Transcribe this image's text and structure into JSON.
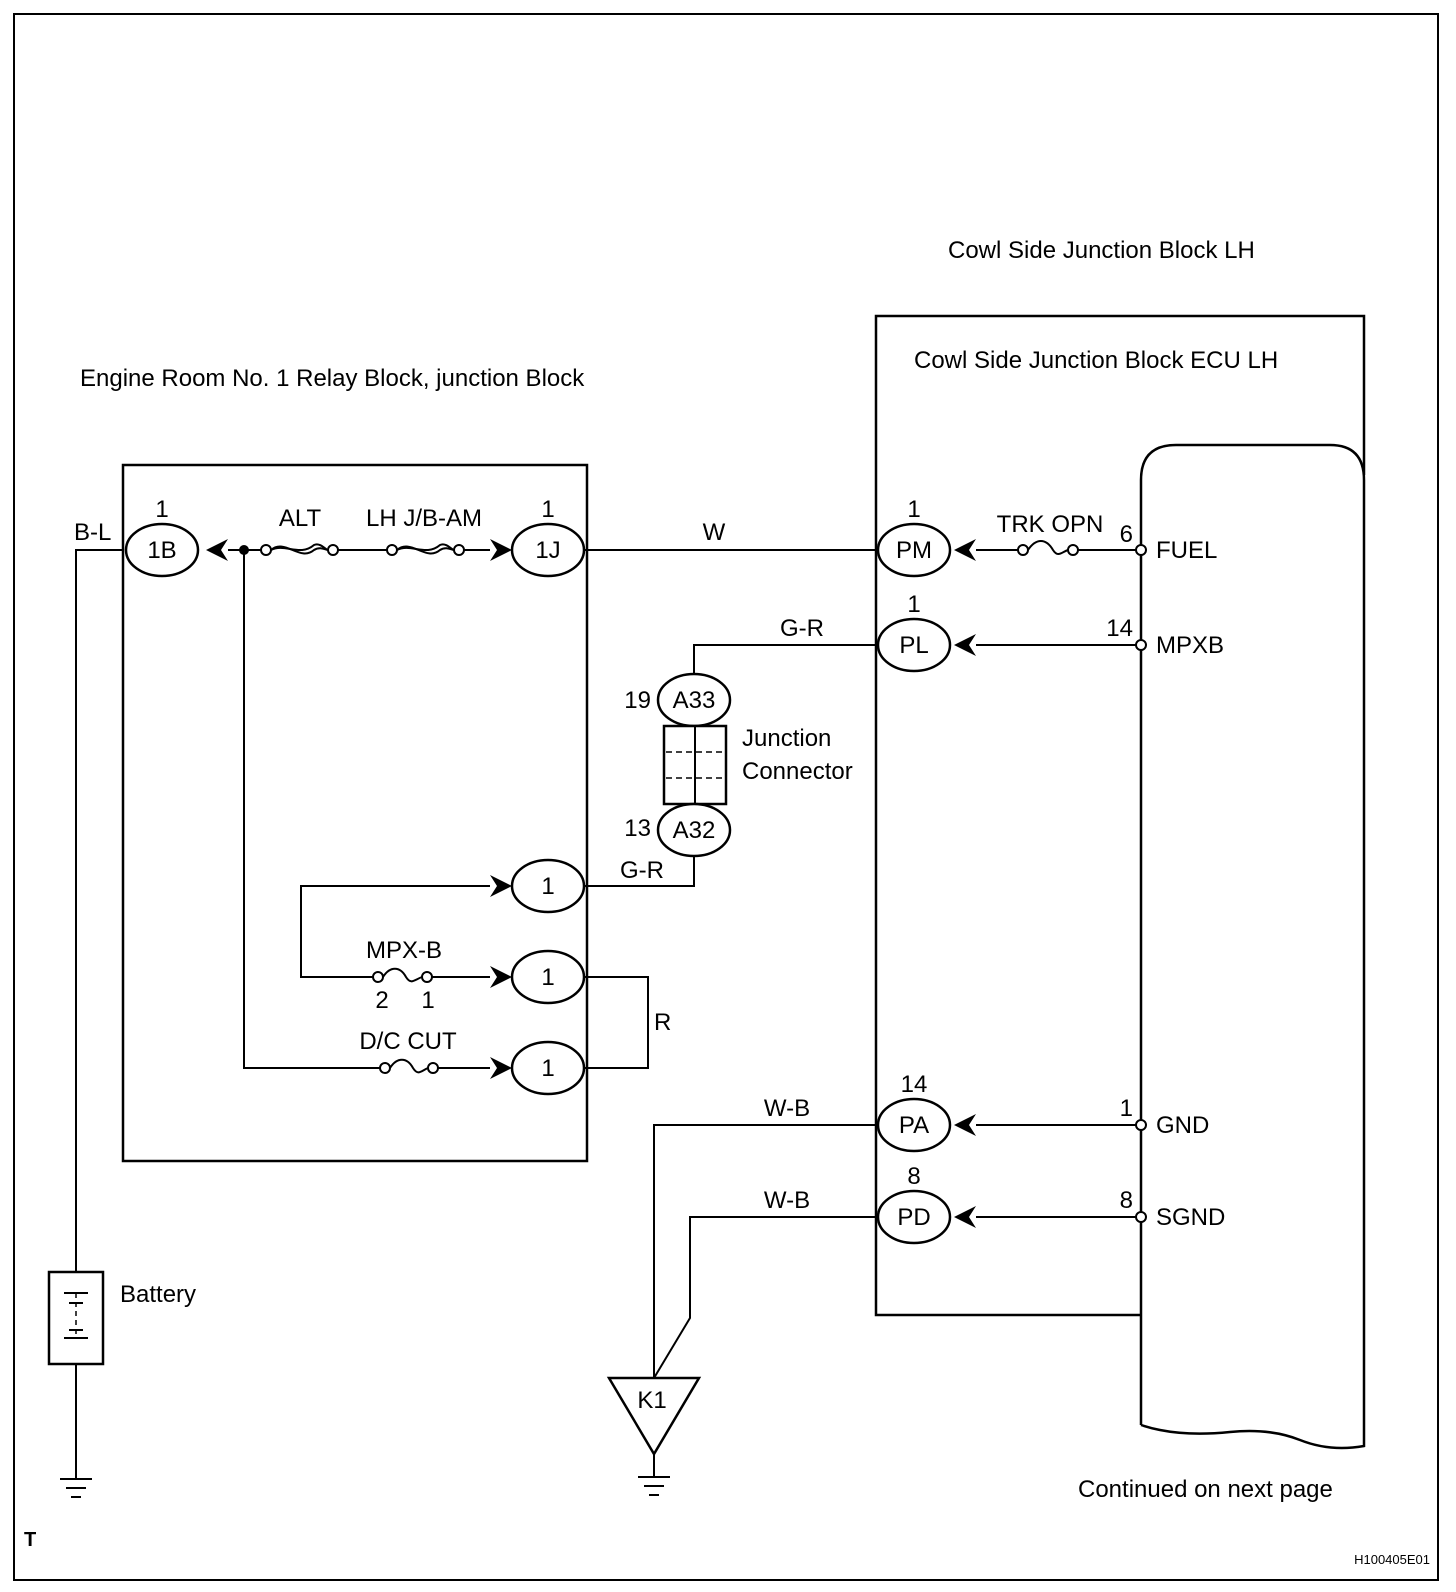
{
  "titles": {
    "cowl_block": "Cowl Side Junction Block LH",
    "cowl_ecu": "Cowl Side Junction Block ECU LH",
    "engine_room": "Engine Room No. 1 Relay Block, junction Block",
    "continued": "Continued on next page",
    "corner_letter": "T",
    "figure_id": "H100405E01"
  },
  "wires": {
    "bl": "B-L",
    "w": "W",
    "gr_top": "G-R",
    "gr_bottom": "G-R",
    "r": "R",
    "wb_upper": "W-B",
    "wb_lower": "W-B"
  },
  "fuses": {
    "alt": "ALT",
    "lh_jb_am": "LH J/B-AM",
    "mpx_b": "MPX-B",
    "mpx_b_pin_left": "2",
    "mpx_b_pin_right": "1",
    "dc_cut": "D/C CUT",
    "trk_opn": "TRK OPN"
  },
  "connectors": {
    "c1b": {
      "name": "1B",
      "pin": "1"
    },
    "c1j": {
      "name": "1J",
      "pin": "1"
    },
    "pm": {
      "name": "PM",
      "pin": "1"
    },
    "pl": {
      "name": "PL",
      "pin": "1"
    },
    "pa": {
      "name": "PA",
      "pin": "14"
    },
    "pd": {
      "name": "PD",
      "pin": "8"
    },
    "a33": {
      "name": "A33",
      "pin": "19"
    },
    "a32": {
      "name": "A32",
      "pin": "13"
    },
    "jb1": {
      "name": "1"
    },
    "jb2": {
      "name": "1"
    },
    "jb3": {
      "name": "1"
    }
  },
  "junction_connector": {
    "line1": "Junction",
    "line2": "Connector"
  },
  "ecu_terminals": [
    {
      "pin": "6",
      "name": "FUEL"
    },
    {
      "pin": "14",
      "name": "MPXB"
    },
    {
      "pin": "1",
      "name": "GND"
    },
    {
      "pin": "8",
      "name": "SGND"
    }
  ],
  "battery_label": "Battery",
  "ground_point": "K1"
}
